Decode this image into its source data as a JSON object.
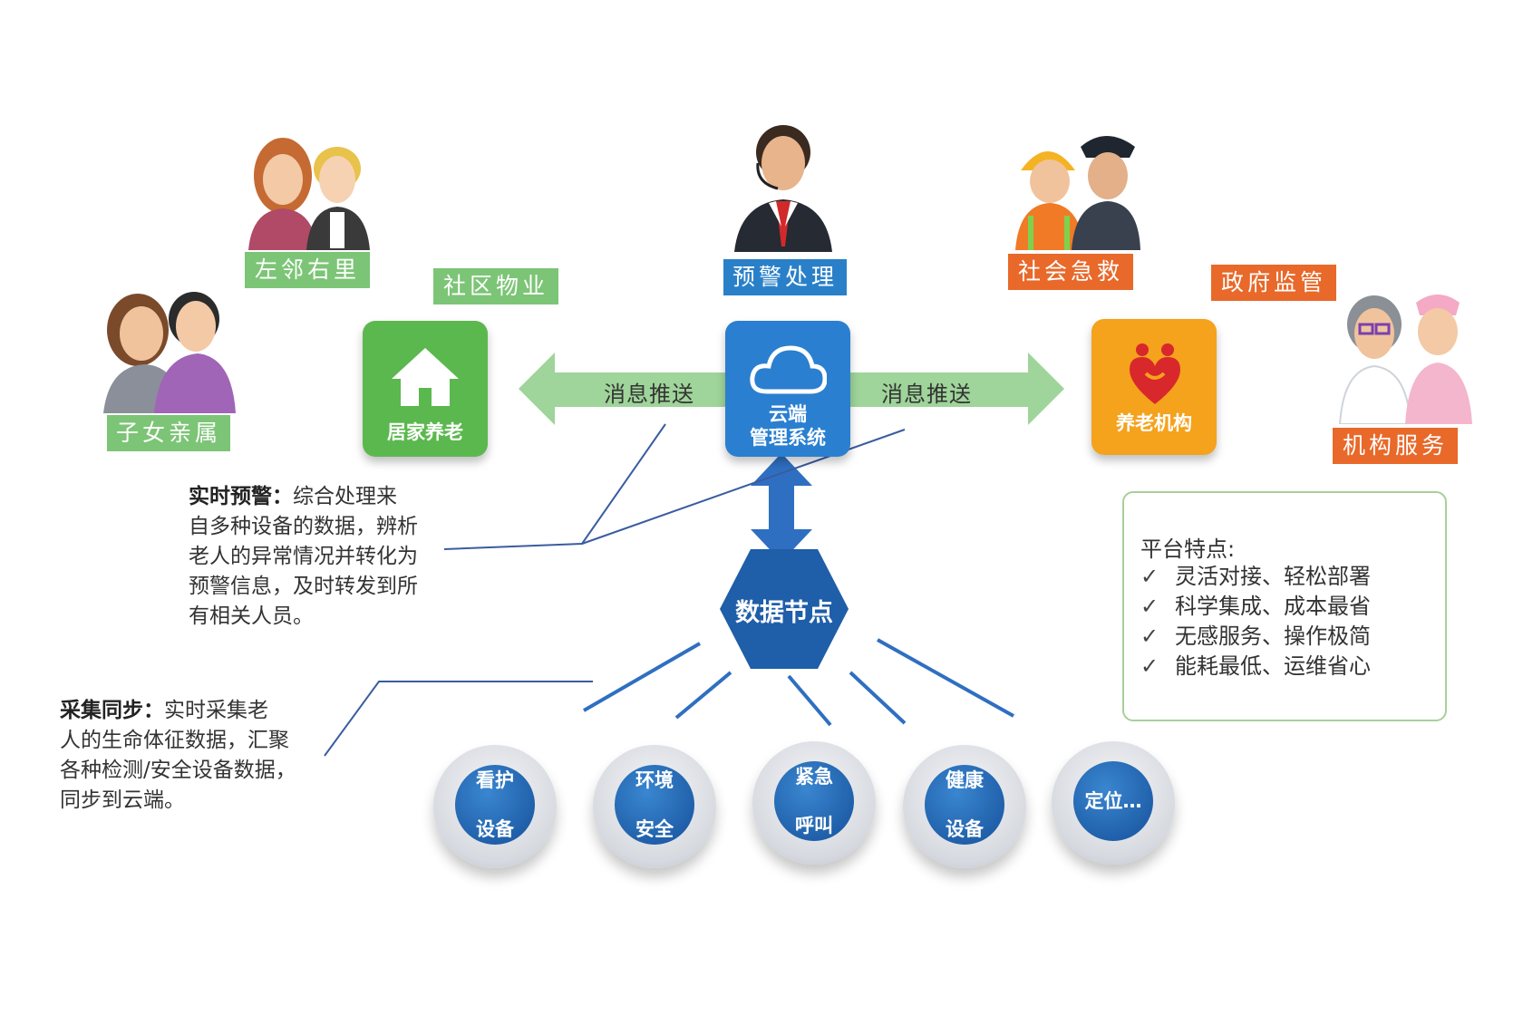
{
  "labels": {
    "children_relatives": "子女亲属",
    "neighbors": "左邻右里",
    "community_property": "社区物业",
    "warning_handling": "预警处理",
    "social_rescue": "社会急救",
    "government_supervision": "政府监管",
    "institution_service": "机构服务"
  },
  "tiles": {
    "home_care": "居家养老",
    "cloud_line1": "云端",
    "cloud_line2": "管理系统",
    "elderly_institution": "养老机构"
  },
  "arrows": {
    "left_message": "消息推送",
    "right_message": "消息推送"
  },
  "data_node": "数据节点",
  "realtime_warning": {
    "heading": "实时预警：",
    "lines": [
      "综合处理来",
      "自多种设备的数据，辨析",
      "老人的异常情况并转化为",
      "预警信息，及时转发到所",
      "有相关人员。"
    ]
  },
  "collection_sync": {
    "heading": "采集同步：",
    "lines": [
      "实时采集老",
      "人的生命体征数据，汇聚",
      "各种检测/安全设备数据，",
      "同步到云端。"
    ]
  },
  "devices": [
    {
      "line1": "看护",
      "line2": "设备"
    },
    {
      "line1": "环境",
      "line2": "安全"
    },
    {
      "line1": "紧急",
      "line2": "呼叫"
    },
    {
      "line1": "健康",
      "line2": "设备"
    },
    {
      "line1": "定位…",
      "line2": ""
    }
  ],
  "features": {
    "title": "平台特点:",
    "check_symbol": "✓",
    "items": [
      "灵活对接、轻松部署",
      "科学集成、成本最省",
      "无感服务、操作极简",
      "能耗最低、运维省心"
    ]
  },
  "colors": {
    "green": "#7cc576",
    "blue": "#2a80c8",
    "orange": "#e8692a",
    "arrow_green": "#9fd49a",
    "node_blue": "#1f5ea8"
  }
}
